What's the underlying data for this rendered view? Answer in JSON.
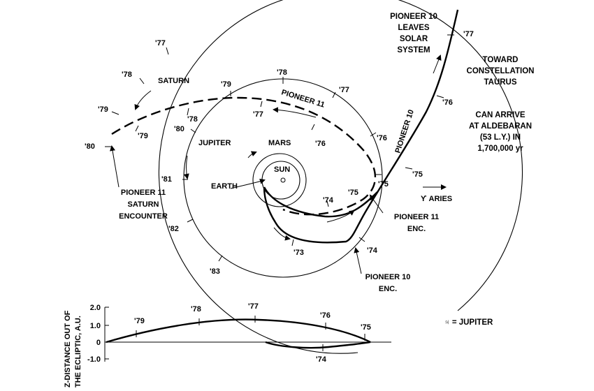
{
  "labels": {
    "pioneer10_leaves": [
      "PIONEER 10",
      "LEAVES",
      "SOLAR",
      "SYSTEM"
    ],
    "toward": [
      "TOWARD",
      "CONSTELLATION",
      "TAURUS"
    ],
    "can_arrive": [
      "CAN ARRIVE",
      "AT ALDEBARAN",
      "(53 L.Y.) IN",
      "1,700,000 yr"
    ],
    "saturn": "SATURN",
    "jupiter": "JUPITER",
    "mars": "MARS",
    "sun": "SUN",
    "earth": "EARTH",
    "pioneer11_path": "PIONEER 11",
    "pioneer10_path": "PIONEER 10",
    "aries": "ϒ ARIES",
    "p11_saturn_enc": [
      "PIONEER 11",
      "SATURN",
      "ENCOUNTER"
    ],
    "p11_enc": [
      "PIONEER 11",
      "ENC."
    ],
    "p10_enc": [
      "PIONEER 10",
      "ENC."
    ],
    "legend": "♃ = JUPITER",
    "z_axis": [
      "Z-DISTANCE OUT OF",
      "THE ECLIPTIC, A.U."
    ],
    "z_ticks": [
      "2.0",
      "1.0",
      "0",
      "-1.0"
    ]
  },
  "years": {
    "saturn_orbit": [
      "'77",
      "'78",
      "'79",
      "'80"
    ],
    "jupiter_orbit": [
      "'78",
      "'77",
      "'76",
      "'75",
      "'80",
      "'81",
      "'82",
      "'83"
    ],
    "pioneer11_track": [
      "'79",
      "'78",
      "'77",
      "'76",
      "'79",
      "'74",
      "'75"
    ],
    "pioneer10_track": [
      "'77",
      "'76",
      "'75",
      "'74",
      "'73"
    ],
    "z_profile": [
      "'79",
      "'78",
      "'77",
      "'76",
      "'75",
      "'74"
    ]
  }
}
